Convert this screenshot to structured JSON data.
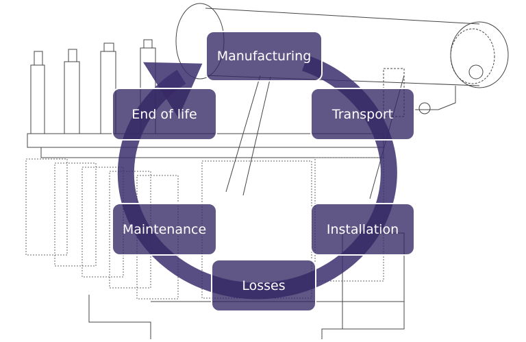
{
  "colors": {
    "accent": "#3b2f6e",
    "line_art": "#555555"
  },
  "cycle": {
    "direction": "clockwise",
    "stages": [
      {
        "id": "manufacturing",
        "label": "Manufacturing"
      },
      {
        "id": "transport",
        "label": "Transport"
      },
      {
        "id": "installation",
        "label": "Installation"
      },
      {
        "id": "losses",
        "label": "Losses"
      },
      {
        "id": "maintenance",
        "label": "Maintenance"
      },
      {
        "id": "end-of-life",
        "label": "End of life"
      }
    ]
  },
  "background_image": "transformer-wireframe-drawing"
}
